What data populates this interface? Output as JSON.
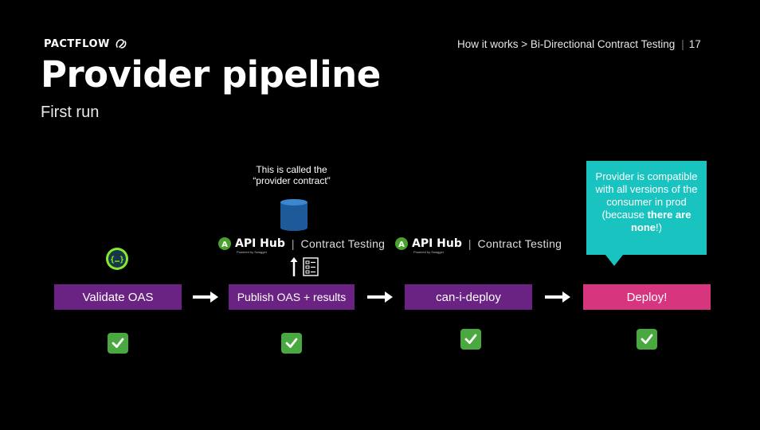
{
  "header": {
    "logo_text": "PACTFLOW",
    "breadcrumb": "How it works > Bi-Directional Contract Testing",
    "page_number": "17"
  },
  "slide": {
    "title": "Provider pipeline",
    "subtitle": "First run"
  },
  "annotations": {
    "provider_contract_note": "This is called the “provider contract”",
    "callout_text_before": "Provider is compatible with all versions of the consumer in prod (because ",
    "callout_text_bold": "there are none",
    "callout_text_after": "!)"
  },
  "apihub": {
    "brand": "API Hub",
    "product": "Contract Testing",
    "powered_by": "Powered by Swagger"
  },
  "steps": [
    {
      "label": "Validate OAS",
      "status": "passed"
    },
    {
      "label": "Publish OAS + results",
      "status": "passed"
    },
    {
      "label": "can-i-deploy",
      "status": "passed"
    },
    {
      "label": "Deploy!",
      "status": "passed"
    }
  ],
  "colors": {
    "step_purple": "#6b2383",
    "step_pink": "#d8357f",
    "callout_teal": "#19c4c0",
    "check_green": "#4aa840"
  },
  "icons": {
    "openapi": "openapi-icon",
    "database": "database-icon",
    "upload_arrow": "upload-arrow-icon",
    "checklist": "checklist-icon",
    "checkmark": "checkmark-icon"
  }
}
